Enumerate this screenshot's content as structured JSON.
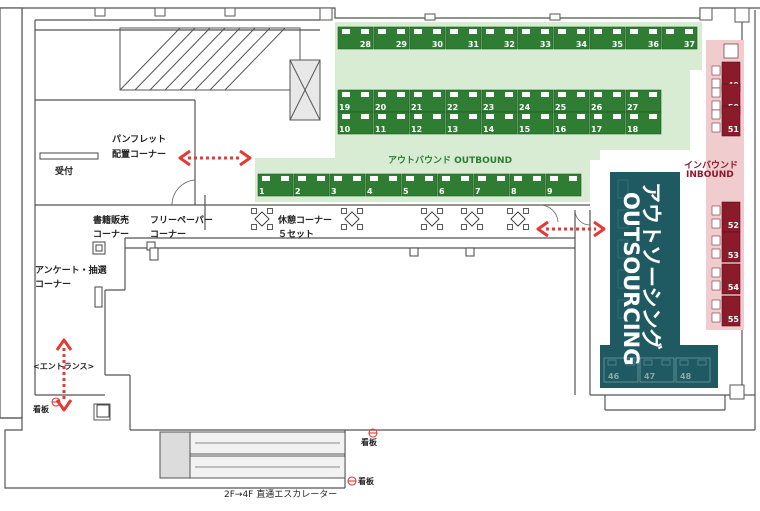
{
  "labels": {
    "pamphlet_l1": "パンフレット",
    "pamphlet_l2": "配置コーナー",
    "reception": "受付",
    "books_l1": "書籍販売",
    "books_l2": "コーナー",
    "free_l1": "フリーペーパー",
    "free_l2": "コーナー",
    "rest_l1": "休憩コーナー",
    "rest_l2": "５セット",
    "survey_l1": "アンケート・抽選",
    "survey_l2": "コーナー",
    "entrance": "<エントランス>",
    "sign": "看板",
    "escalator": "2F→4F 直通エスカレーター"
  },
  "zones": {
    "outbound_title": "アウトバウンド OUTBOUND",
    "inbound_title_jp": "インバウンド",
    "inbound_title_en": "INBOUND",
    "outsourcing_jp": "アウトソーシング",
    "outsourcing_en": "OUTSOURCING"
  },
  "booths": {
    "outbound_top": [
      "28",
      "29",
      "30",
      "31",
      "32",
      "33",
      "34",
      "35",
      "36",
      "37"
    ],
    "outbound_mid_a": [
      "19",
      "20",
      "21",
      "22",
      "23",
      "24",
      "25",
      "26",
      "27"
    ],
    "outbound_mid_b": [
      "10",
      "11",
      "12",
      "13",
      "14",
      "15",
      "16",
      "17",
      "18"
    ],
    "outbound_bottom": [
      "1",
      "2",
      "3",
      "4",
      "5",
      "6",
      "7",
      "8",
      "9"
    ],
    "inbound": [
      "49",
      "50",
      "51",
      "52",
      "53",
      "54",
      "55"
    ],
    "outsourcing": [
      "46",
      "47",
      "48"
    ]
  },
  "colors": {
    "outbound_bg": "#d8ecd4",
    "outbound_booth": "#2e7d32",
    "inbound_bg": "#f1cccf",
    "inbound_booth": "#8b1a2b",
    "outsourcing_bg": "#1f5a62",
    "arrow": "#e53935",
    "wall": "#444444"
  }
}
